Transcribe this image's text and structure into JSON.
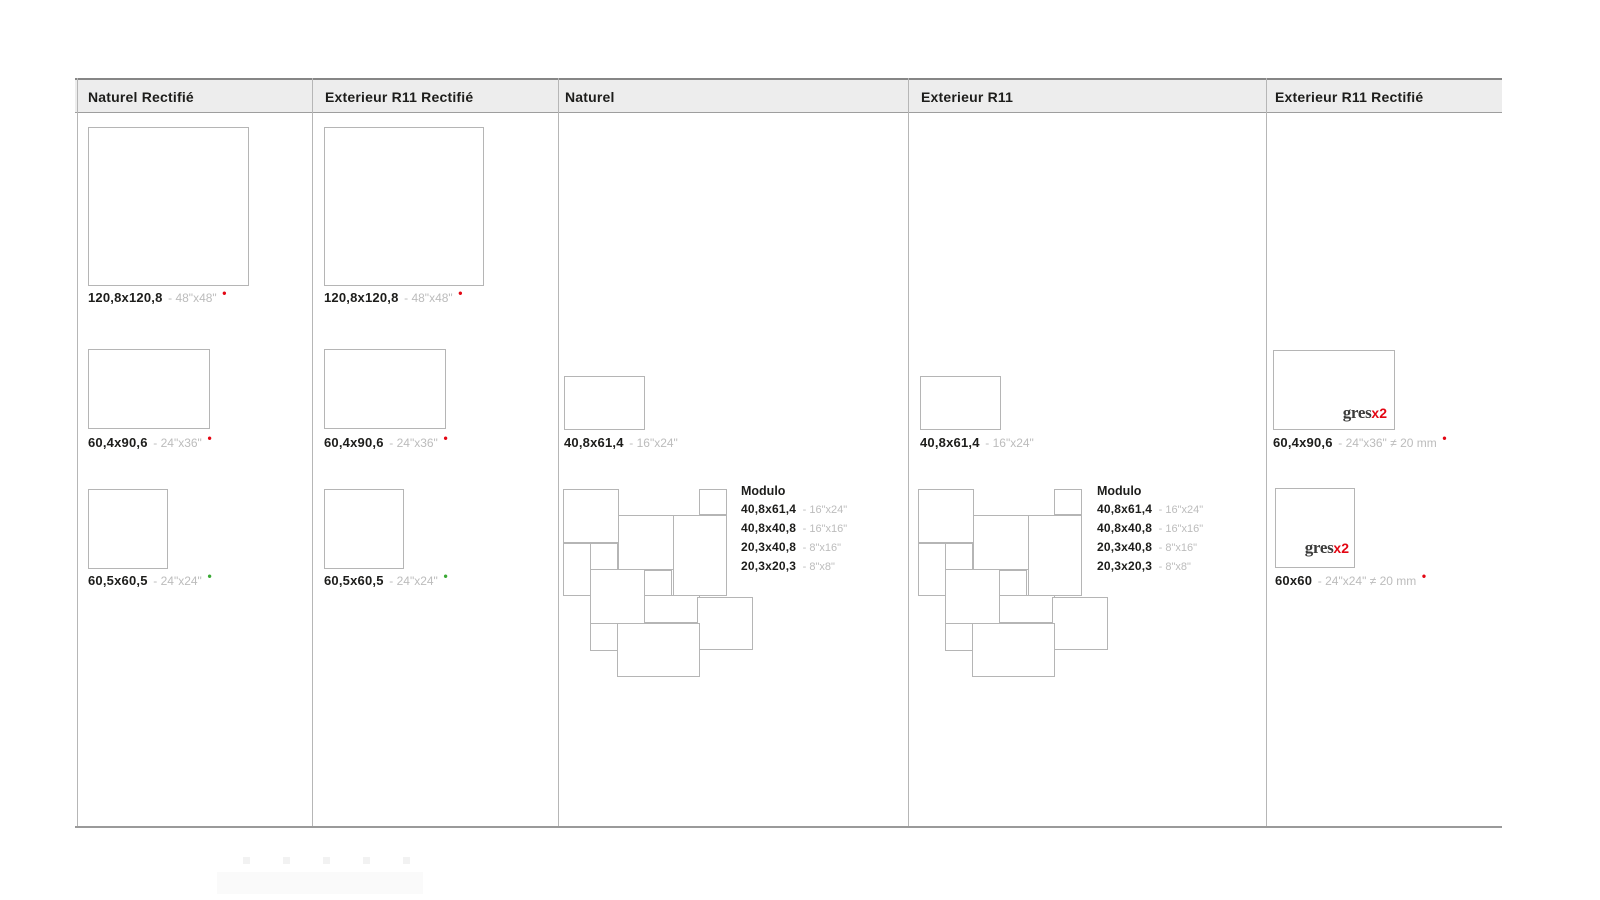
{
  "colors": {
    "header_bg": "#ededed",
    "header_text": "#1d1d1b",
    "rule_dark": "#868686",
    "rule_light": "#b6b6b6",
    "tile_border": "#b5b5b5",
    "size_text": "#1d1d1b",
    "inch_text": "#bcbcbc",
    "dot_red": "#e30613",
    "dot_green": "#3aa935",
    "logo_gres": "#3c3c3b",
    "logo_x2": "#e30613"
  },
  "glyphs": {
    "dot": "•"
  },
  "table": {
    "columns": [
      {
        "header": "Naturel Rectifié",
        "tiles": [
          {
            "size": "120,8x120,8",
            "inches": "- 48\"x48\"",
            "dot": "red"
          },
          {
            "size": "60,4x90,6",
            "inches": "- 24\"x36\"",
            "dot": "red"
          },
          {
            "size": "60,5x60,5",
            "inches": "- 24\"x24\"",
            "dot": "green"
          }
        ]
      },
      {
        "header": "Exterieur R11 Rectifié",
        "tiles": [
          {
            "size": "120,8x120,8",
            "inches": "- 48\"x48\"",
            "dot": "red"
          },
          {
            "size": "60,4x90,6",
            "inches": "- 24\"x36\"",
            "dot": "red"
          },
          {
            "size": "60,5x60,5",
            "inches": "- 24\"x24\"",
            "dot": "green"
          }
        ]
      },
      {
        "header": "Naturel",
        "tiles": [
          {
            "size": "40,8x61,4",
            "inches": "- 16\"x24\"",
            "dot": ""
          }
        ],
        "modulo": {
          "title": "Modulo",
          "rows": [
            {
              "size": "40,8x61,4",
              "inches": "- 16\"x24\""
            },
            {
              "size": "40,8x40,8",
              "inches": "- 16\"x16\""
            },
            {
              "size": "20,3x40,8",
              "inches": "- 8\"x16\""
            },
            {
              "size": "20,3x20,3",
              "inches": "- 8\"x8\""
            }
          ]
        }
      },
      {
        "header": "Exterieur R11",
        "tiles": [
          {
            "size": "40,8x61,4",
            "inches": "- 16\"x24\"",
            "dot": ""
          }
        ],
        "modulo": {
          "title": "Modulo",
          "rows": [
            {
              "size": "40,8x61,4",
              "inches": "- 16\"x24\""
            },
            {
              "size": "40,8x40,8",
              "inches": "- 16\"x16\""
            },
            {
              "size": "20,3x40,8",
              "inches": "- 8\"x16\""
            },
            {
              "size": "20,3x20,3",
              "inches": "- 8\"x8\""
            }
          ]
        }
      },
      {
        "header": "Exterieur R11 Rectifié",
        "logo": {
          "name": "gres",
          "suffix": "x2"
        },
        "tiles": [
          {
            "size": "60,4x90,6",
            "inches": "- 24\"x36\" ≠ 20 mm",
            "dot": "red"
          },
          {
            "size": "60x60",
            "inches": "- 24\"x24\" ≠ 20 mm",
            "dot": "red"
          }
        ]
      }
    ]
  }
}
